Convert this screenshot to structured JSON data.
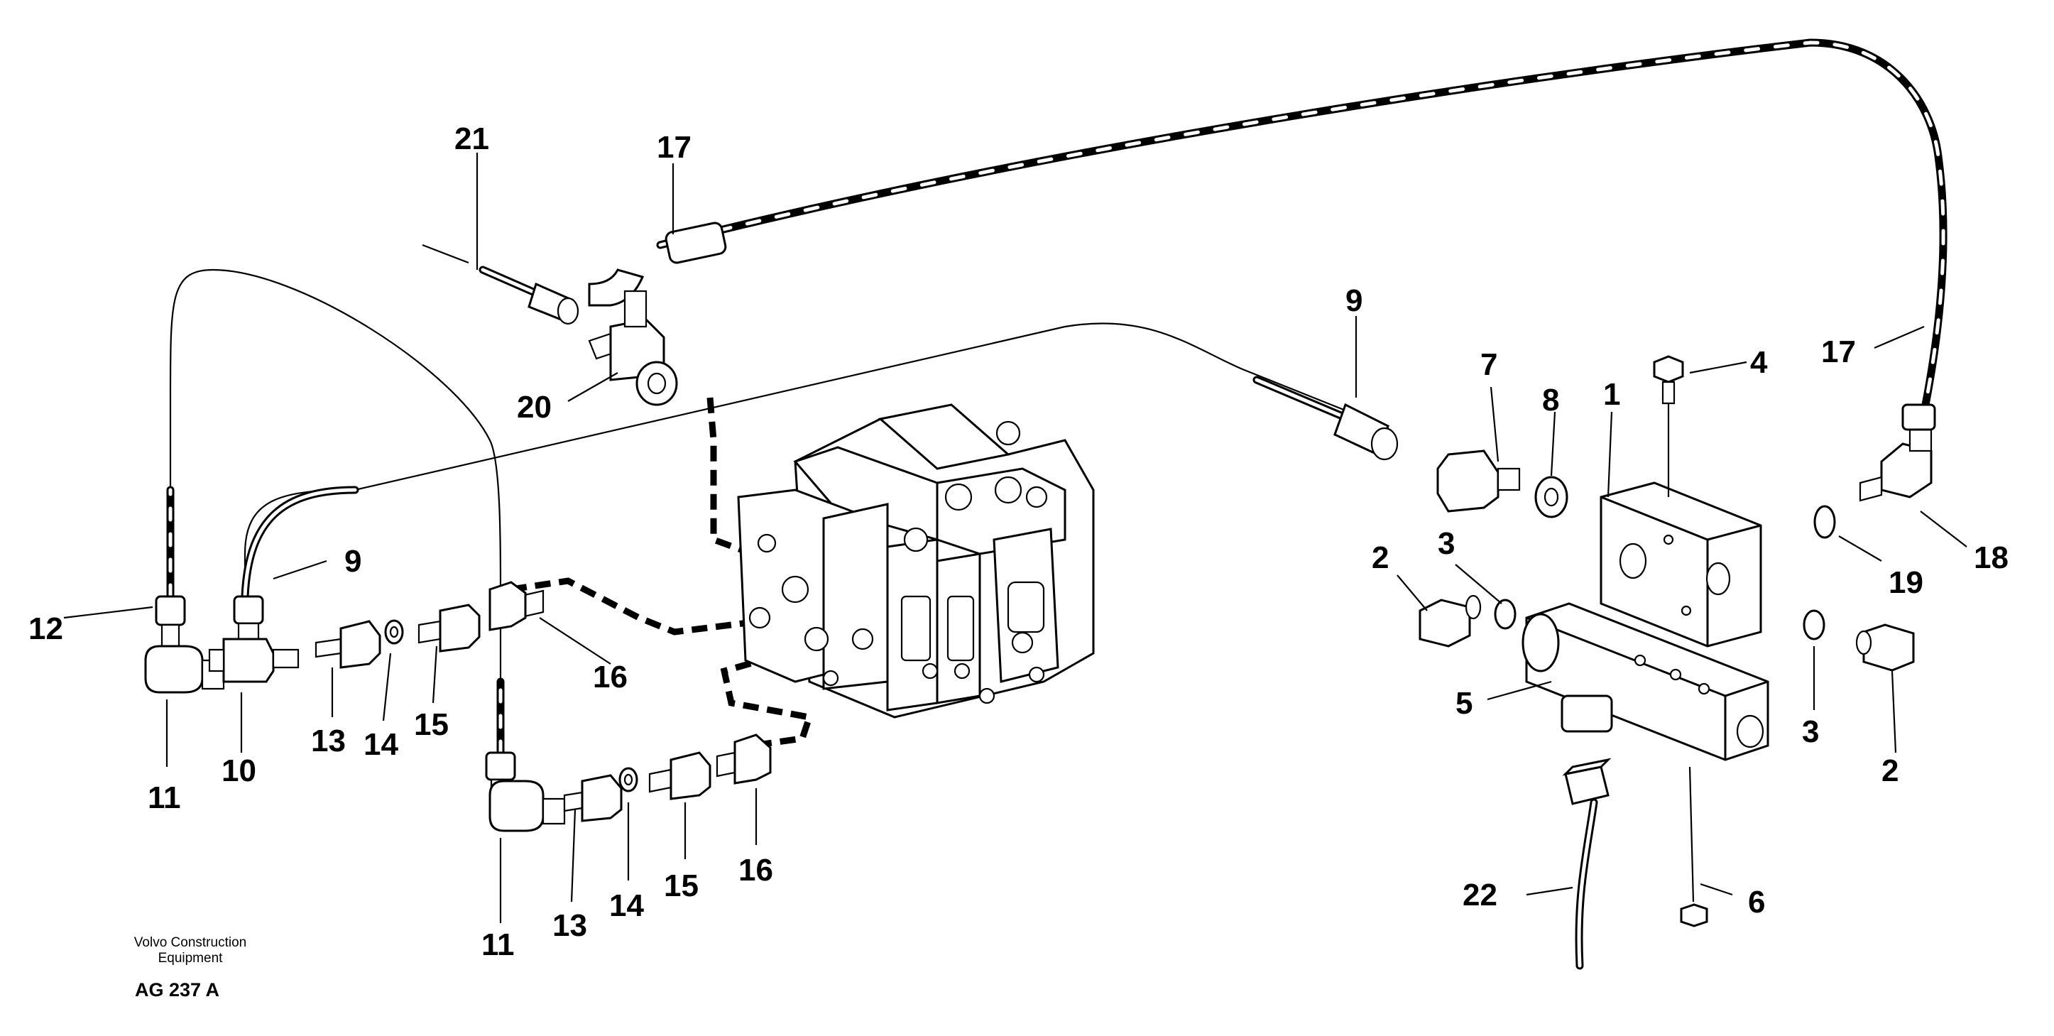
{
  "callouts": [
    {
      "id": "c21",
      "text": "21"
    },
    {
      "id": "c17a",
      "text": "17"
    },
    {
      "id": "c20",
      "text": "20"
    },
    {
      "id": "c9a",
      "text": "9"
    },
    {
      "id": "c12",
      "text": "12"
    },
    {
      "id": "c11a",
      "text": "11"
    },
    {
      "id": "c10",
      "text": "10"
    },
    {
      "id": "c13a",
      "text": "13"
    },
    {
      "id": "c14a",
      "text": "14"
    },
    {
      "id": "c15a",
      "text": "15"
    },
    {
      "id": "c16a",
      "text": "16"
    },
    {
      "id": "c11b",
      "text": "11"
    },
    {
      "id": "c13b",
      "text": "13"
    },
    {
      "id": "c14b",
      "text": "14"
    },
    {
      "id": "c15b",
      "text": "15"
    },
    {
      "id": "c16b",
      "text": "16"
    },
    {
      "id": "c9b",
      "text": "9"
    },
    {
      "id": "c7",
      "text": "7"
    },
    {
      "id": "c8",
      "text": "8"
    },
    {
      "id": "c1",
      "text": "1"
    },
    {
      "id": "c4",
      "text": "4"
    },
    {
      "id": "c17b",
      "text": "17"
    },
    {
      "id": "c18",
      "text": "18"
    },
    {
      "id": "c19",
      "text": "19"
    },
    {
      "id": "c2a",
      "text": "2"
    },
    {
      "id": "c3a",
      "text": "3"
    },
    {
      "id": "c5",
      "text": "5"
    },
    {
      "id": "c3b",
      "text": "3"
    },
    {
      "id": "c2b",
      "text": "2"
    },
    {
      "id": "c22",
      "text": "22"
    },
    {
      "id": "c6",
      "text": "6"
    }
  ],
  "footer": {
    "company_line1": "Volvo Construction",
    "company_line2": "Equipment",
    "drawing_code": "AG 237 A"
  }
}
